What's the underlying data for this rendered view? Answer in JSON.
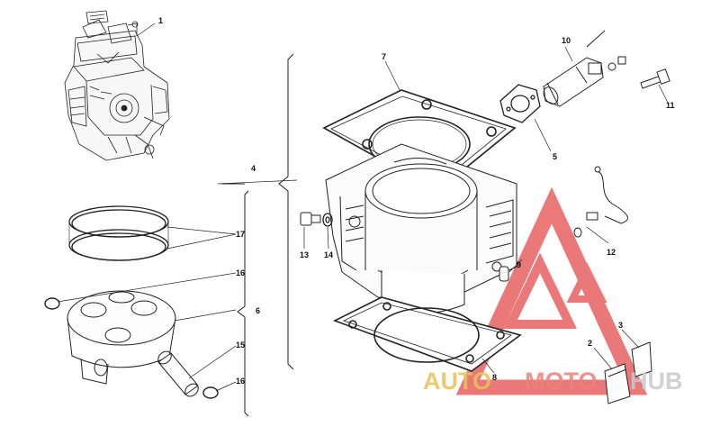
{
  "diagram": {
    "callouts": {
      "c1": "1",
      "c2": "2",
      "c3": "3",
      "c4": "4",
      "c5": "5",
      "c6": "6",
      "c7": "7",
      "c8": "8",
      "c9": "9",
      "c10": "10",
      "c11": "11",
      "c12": "12",
      "c13": "13",
      "c14": "14",
      "c15": "15",
      "c16a": "16",
      "c16b": "16",
      "c17": "17"
    }
  },
  "watermark": {
    "part1": "AUTO",
    "part2": "MOTO",
    "part3": "HUB",
    "colors": {
      "triangle": "#e54b4b",
      "auto": "#e8c35a",
      "moto": "#e9827a",
      "hub": "#c9c9c9"
    }
  }
}
